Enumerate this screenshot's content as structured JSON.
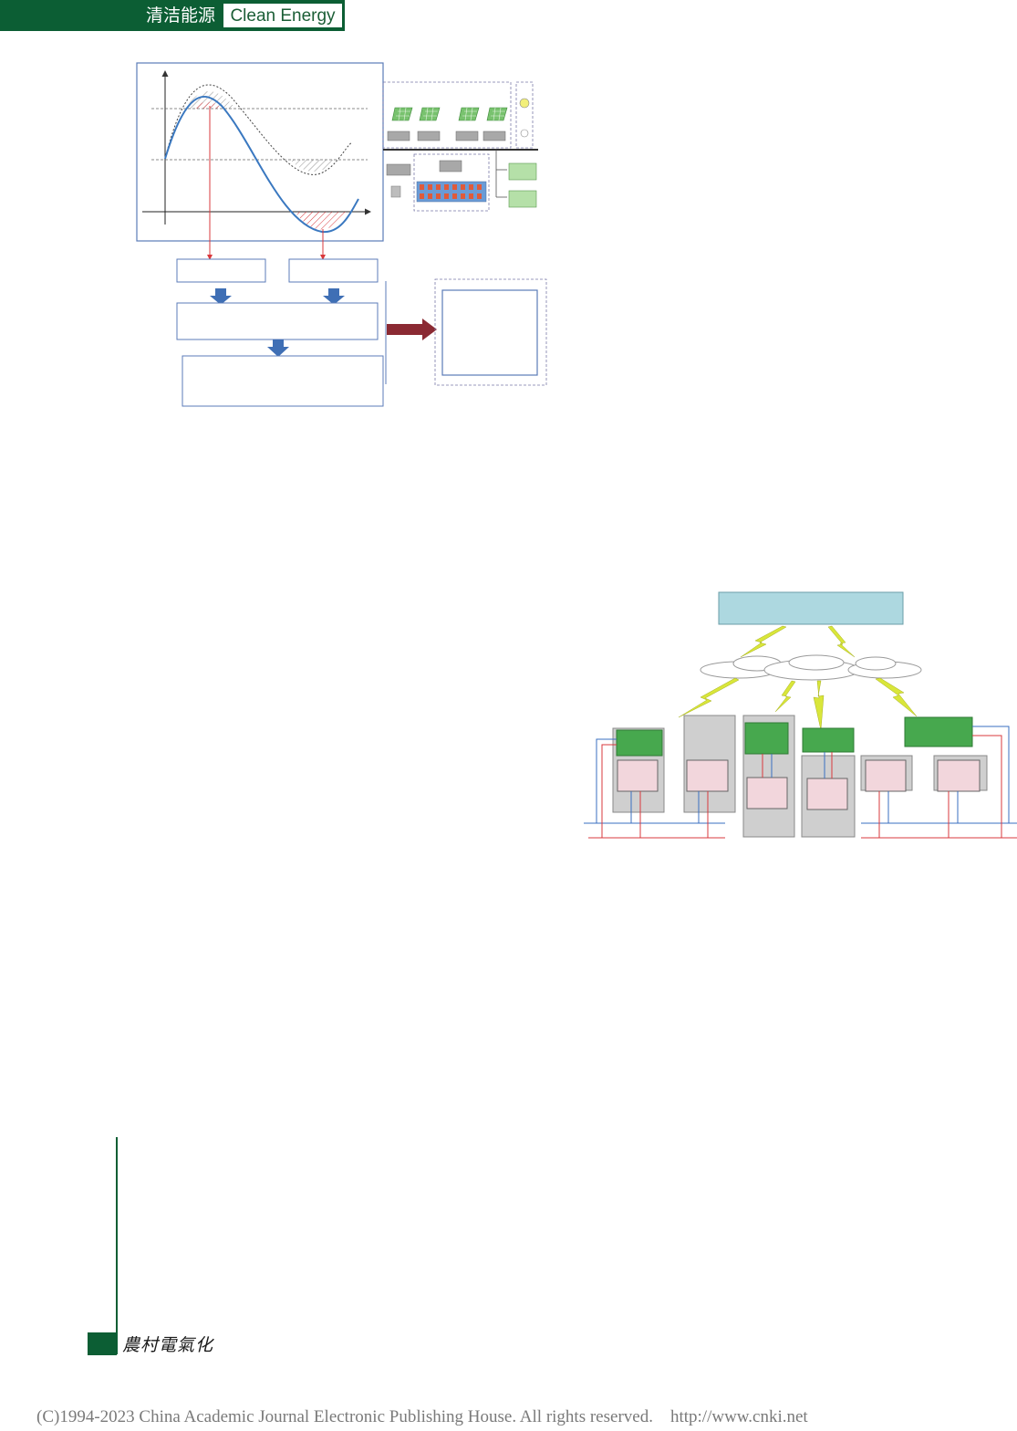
{
  "header": {
    "section_cn": "清洁能源",
    "section_en": "Clean Energy"
  },
  "colors": {
    "brand_green": "#0c5e34",
    "curve_blue": "#3a78c0",
    "hatch_red": "#d9383c",
    "box_blue": "#5b7bb8",
    "panel_green": "#47a84e",
    "cloud_gray": "#9a9a9a",
    "server_cyan": "#add8e0",
    "cabinet_gray": "#cfcfcf",
    "device_pink": "#f2d6dc",
    "bolt_yellow": "#d9e63a",
    "arrow_maroon": "#8b2a33"
  },
  "icons": {
    "solar_panel": "solar-panel-icon",
    "lightning": "wireless-link-icon",
    "cloud": "cloud-icon"
  },
  "footer": {
    "journal_logo": "農村電氣化",
    "copyright": "(C)1994-2023 China Academic Journal Electronic Publishing House. All rights reserved.    http://www.cnki.net"
  }
}
